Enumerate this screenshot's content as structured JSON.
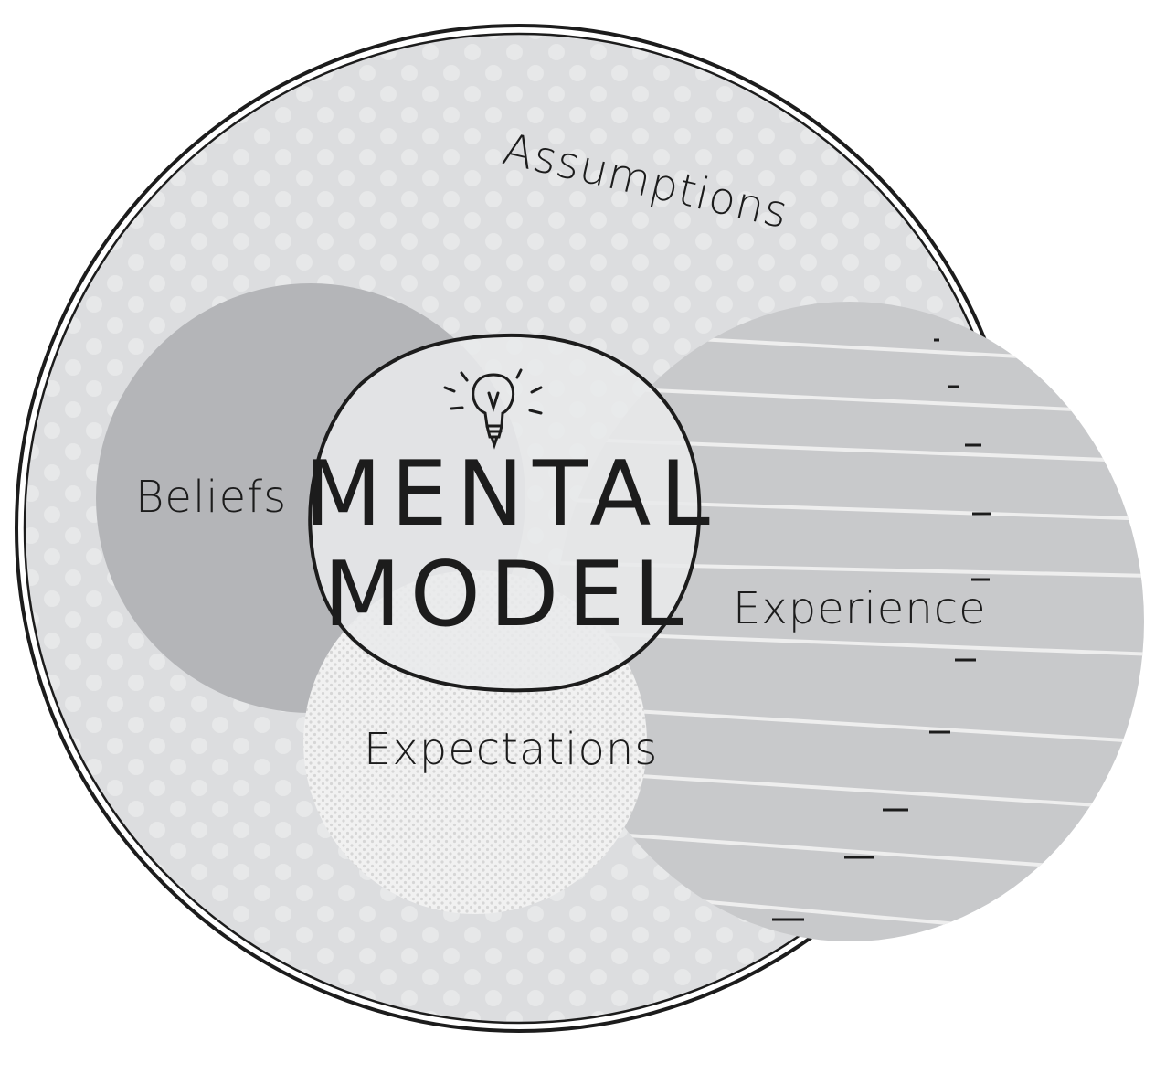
{
  "labels": {
    "assumptions": "Assumptions",
    "beliefs": "Beliefs",
    "experience": "Experience",
    "expectations": "Expectations",
    "center_line1": "MENTAL",
    "center_line2": "MODEL"
  },
  "icons": {
    "center": "lightbulb-icon"
  },
  "colors": {
    "outer_circle_fill": "#dcdddf",
    "beliefs_fill": "#b4b5b8",
    "experience_fill": "#c8c9cb",
    "expectations_fill": "#eeeeee",
    "mental_model_fill": "#e8e9ea",
    "ink": "#1c1c1c"
  }
}
